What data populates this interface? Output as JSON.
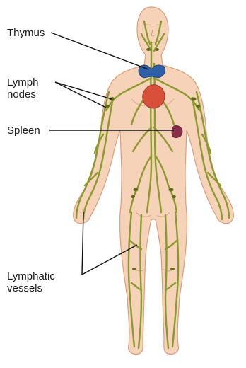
{
  "labels": {
    "thymus": "Thymus",
    "lymph_nodes_line1": "Lymph",
    "lymph_nodes_line2": "nodes",
    "spleen": "Spleen",
    "vessels_line1": "Lymphatic",
    "vessels_line2": "vessels"
  },
  "colors": {
    "skin": "#f6d3b8",
    "skin_outline": "#d99f7c",
    "vessel": "#8a9a2c",
    "vessel_dark": "#5e6b1a",
    "thymus": "#2f5fa8",
    "heart": "#d9503a",
    "spleen": "#8a2d4a",
    "leader": "#111111"
  }
}
